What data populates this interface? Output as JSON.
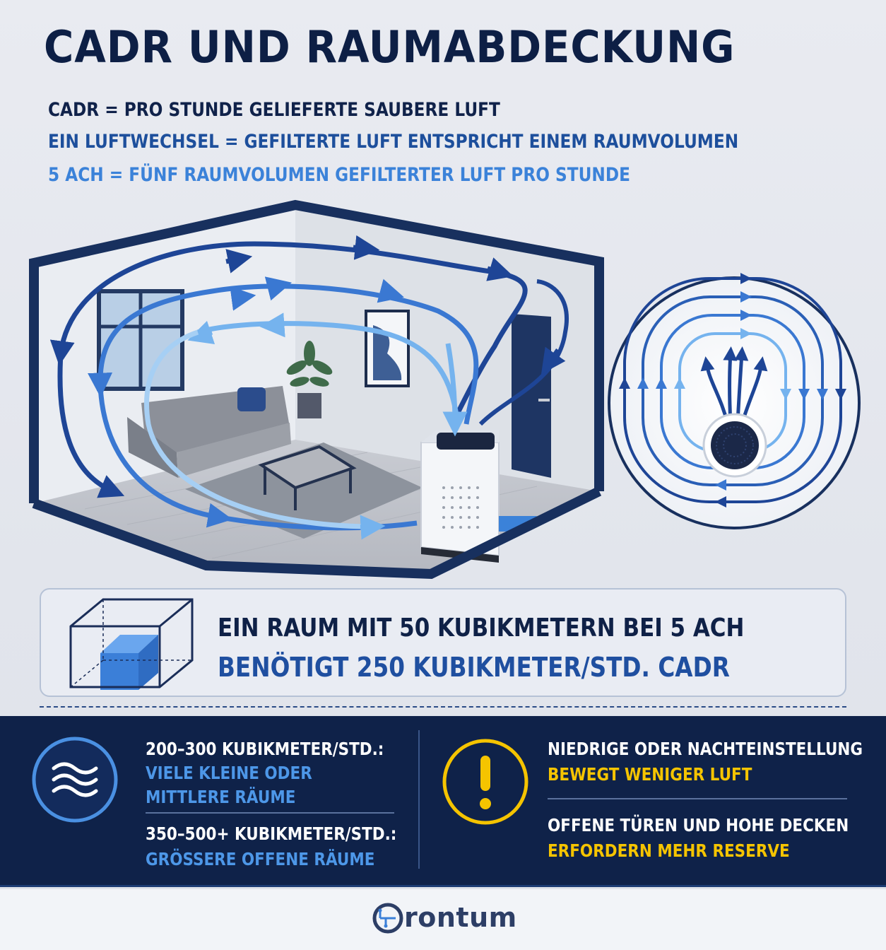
{
  "header": {
    "title": "CADR UND RAUMABDECKUNG",
    "line1": "CADR = PRO STUNDE GELIEFERTE SAUBERE LUFT",
    "line2": "EIN LUFTWECHSEL = GEFILTERTE LUFT ENTSPRICHT EINEM RAUMVOLUMEN",
    "line3": "5 ACH = FÜNF RAUMVOLUMEN GEFILTERTER LUFT PRO STUNDE"
  },
  "example": {
    "line1": "EIN RAUM MIT 50 KUBIKMETERN BEI 5 ACH",
    "line2": "BENÖTIGT 250 KUBIKMETER/STD. CADR"
  },
  "panel": {
    "left": {
      "range1": "200–300 KUBIKMETER/STD.:",
      "desc1a": "VIELE KLEINE ODER",
      "desc1b": "MITTLERE RÄUME",
      "range2": "350–500+ KUBIKMETER/STD.:",
      "desc2": "GRÖSSERE OFFENE RÄUME"
    },
    "right": {
      "note1": "NIEDRIGE ODER NACHTEINSTELLUNG",
      "note1b": "BEWEGT WENIGER LUFT",
      "note2": "OFFENE TÜREN UND HOHE DECKEN",
      "note2b": "ERFORDERN MEHR RESERVE"
    }
  },
  "footer": {
    "brand": "rontum"
  },
  "colors": {
    "navy": "#0f2249",
    "blue": "#1f4fa0",
    "light_blue": "#4d97e8",
    "yellow": "#f5c400"
  },
  "icons": [
    "room-airflow-illustration",
    "airflow-topview-diagram",
    "cube-icon",
    "wave-icon",
    "alert-icon",
    "frontum-logo-icon"
  ]
}
